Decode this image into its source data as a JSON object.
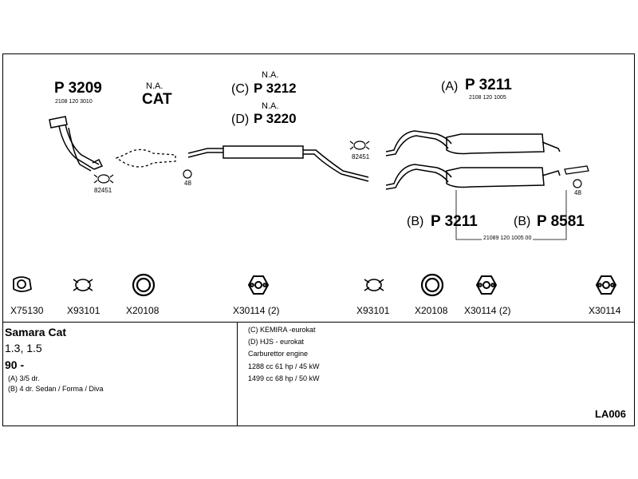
{
  "parts": {
    "p3209": {
      "code": "P 3209",
      "number": "2108 120 3010"
    },
    "cat": {
      "na": "N.A.",
      "label": "CAT"
    },
    "p3212": {
      "letter": "(C)",
      "na": "N.A.",
      "code": "P 3212"
    },
    "p3220": {
      "letter": "(D)",
      "na": "N.A.",
      "code": "P 3220"
    },
    "p3211a": {
      "letter": "(A)",
      "code": "P 3211",
      "number": "2108 120 1005"
    },
    "p3211b": {
      "letter": "(B)",
      "code": "P 3211"
    },
    "p8581": {
      "letter": "(B)",
      "code": "P 8581"
    },
    "b_number": "21089 120 1005 00",
    "clamp_left": "82451",
    "clamp_mid": "82451",
    "ring_left": "48",
    "ring_right": "48"
  },
  "accessories": [
    {
      "code": "X75130",
      "icon": "gasket-icon"
    },
    {
      "code": "X93101",
      "icon": "clamp-icon"
    },
    {
      "code": "X20108",
      "icon": "ring-icon"
    },
    {
      "code": "X30114 (2)",
      "icon": "rubber-mount-icon"
    },
    {
      "code": "X93101",
      "icon": "clamp-icon"
    },
    {
      "code": "X20108",
      "icon": "ring-icon"
    },
    {
      "code": "X30114 (2)",
      "icon": "rubber-mount-icon"
    },
    {
      "code": "X30114",
      "icon": "rubber-mount-icon"
    }
  ],
  "vehicle": {
    "model": "Samara Cat",
    "engine": "1.3, 1.5",
    "year": "90 -",
    "notes": [
      "(A) 3/5 dr.",
      "(B) 4 dr. Sedan / Forma / Diva"
    ]
  },
  "info": {
    "lines": [
      "(C) KEMIRA -eurokat",
      "(D) HJS - eurokat",
      "Carburettor engine",
      "1288 cc 61 hp / 45 kW",
      "1499 cc 68 hp / 50 kW"
    ]
  },
  "diagram_code": "LA006"
}
